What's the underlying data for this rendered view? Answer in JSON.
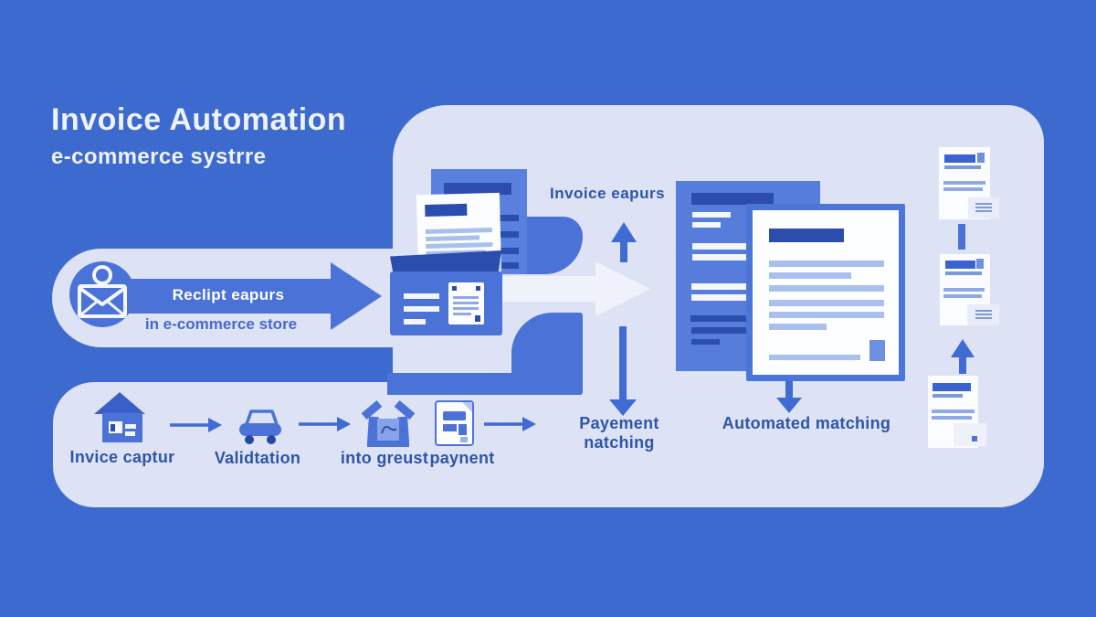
{
  "header": {
    "title": "Invoice Automation",
    "subtitle": "e-commerce systrre"
  },
  "intake": {
    "icon": "person-envelope-icon",
    "arrow_label": "Reclipt eapurs",
    "note": "in e-commerce store"
  },
  "capture": {
    "label": "Invoice eapurs",
    "illustration": "invoice-documents-in-box"
  },
  "matching": {
    "payment": "Payement natching",
    "automated": "Automated matching",
    "illustration": "invoice-comparison-documents"
  },
  "steps": [
    {
      "icon": "house-icon",
      "label": "Invice captur"
    },
    {
      "icon": "car-icon",
      "label": "Validtation"
    },
    {
      "icon": "open-box-icon",
      "label": "into greust"
    },
    {
      "icon": "payment-document-icon",
      "label": "paynent"
    }
  ],
  "colors": {
    "background": "#3d6ace",
    "panel": "#dde3f5",
    "accent": "#4b73d7",
    "accent_dark": "#2b4dae",
    "doc_blue": "#5a80dd",
    "line_light": "#a9c0ee",
    "text_light": "#edf2fc",
    "text_blue": "#2e55a6"
  }
}
